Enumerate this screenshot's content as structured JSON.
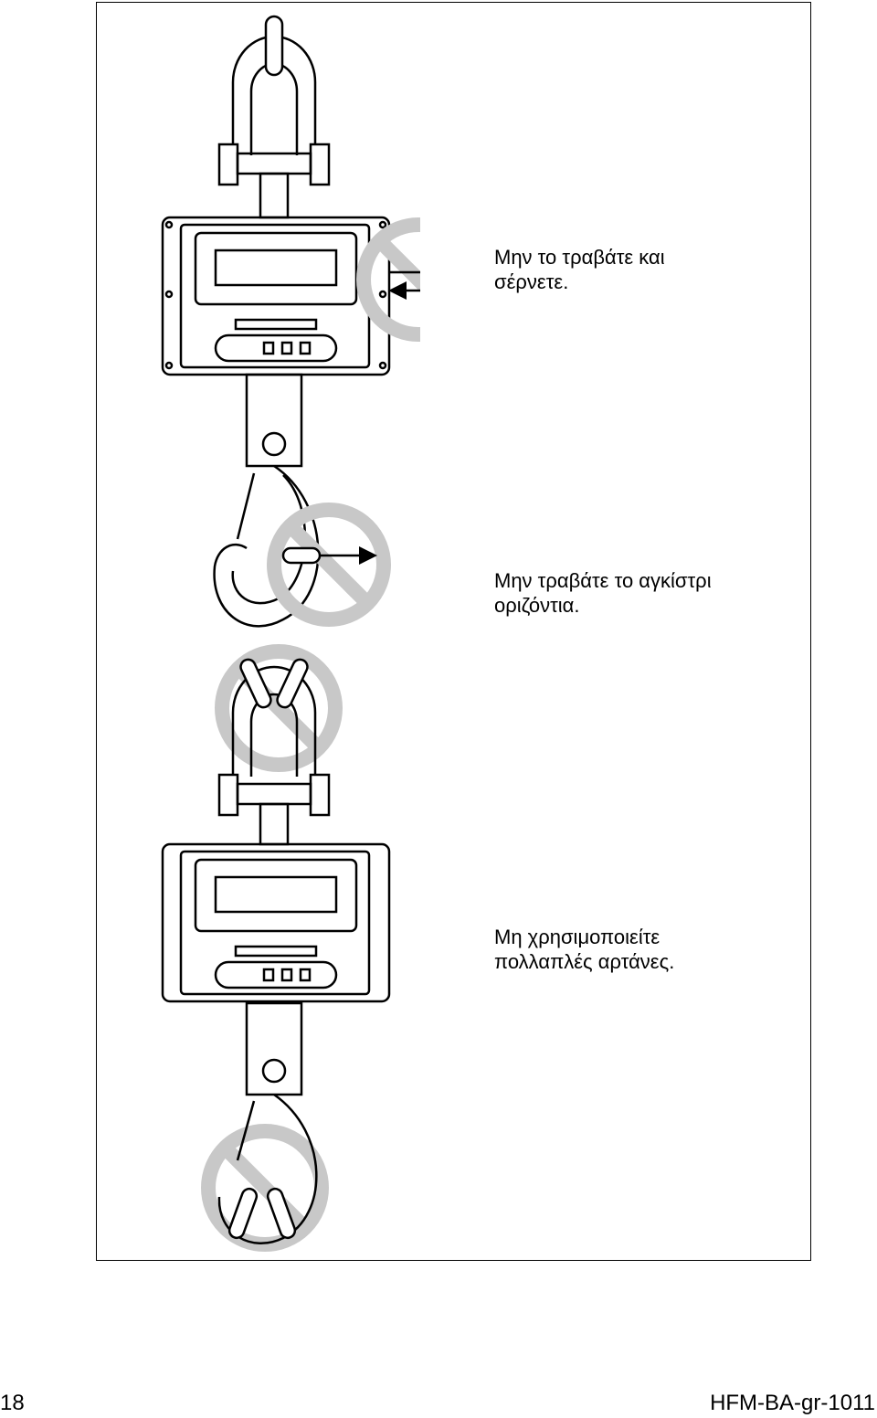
{
  "captions": [
    {
      "line1": "Μην το τραβάτε και",
      "line2": "σέρνετε."
    },
    {
      "line1": "Μην τραβάτε το αγκίστρι",
      "line2": "οριζόντια."
    },
    {
      "line1": "Μη χρησιμοποιείτε",
      "line2": "πολλαπλές αρτάνες."
    }
  ],
  "footer": {
    "page_number": "18",
    "document_id": "HFM-BA-gr-1011"
  },
  "colors": {
    "prohibition_sign": "#c8c8c8",
    "line_art": "#000000"
  },
  "icons": [
    "crane-scale-illustration",
    "no-drag-sign",
    "no-horizontal-pull-sign",
    "no-multiple-slings-sign"
  ]
}
